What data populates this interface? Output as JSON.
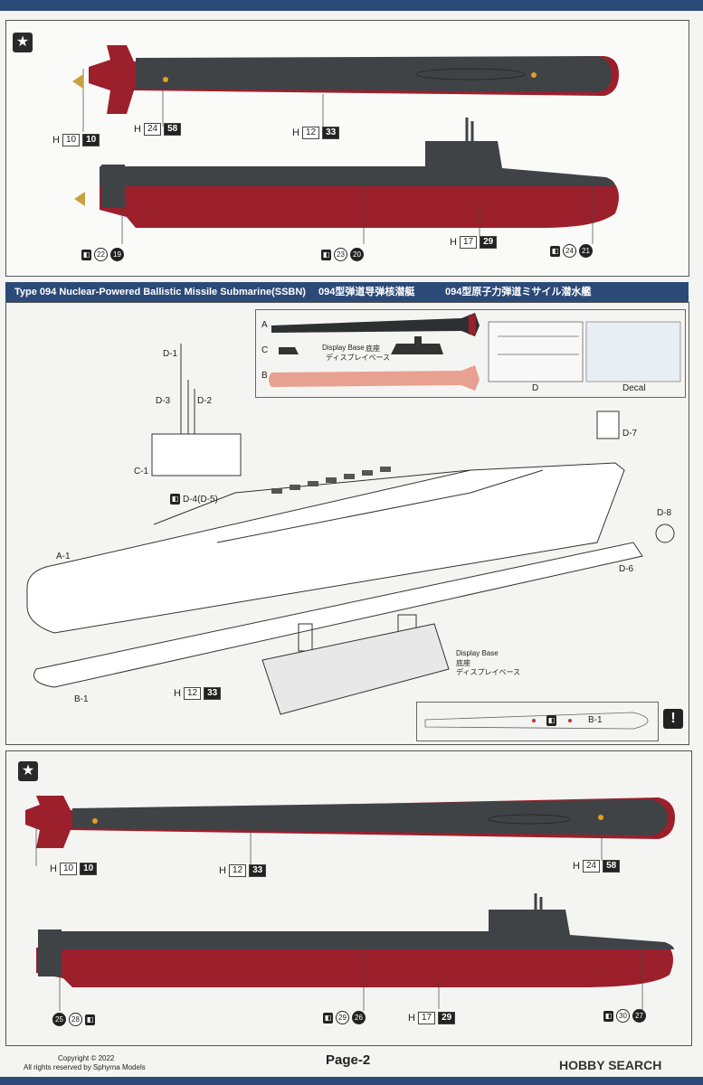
{
  "page_label": "Page-2",
  "copyright": [
    "Copyright © 2022",
    "All rights reserved by Sphyrna Models"
  ],
  "watermark": "HOBBY SEARCH",
  "banner": {
    "english": "Type 094 Nuclear-Powered Ballistic Missile Submarine(SSBN)",
    "chinese": "094型弹道导弹核潜艇",
    "japanese": "094型原子力弾道ミサイル潜水艦"
  },
  "panel1": {
    "refs": [
      {
        "part": "H",
        "light": "10",
        "dark": "10"
      },
      {
        "part": "H",
        "light": "24",
        "dark": "58"
      },
      {
        "part": "H",
        "light": "12",
        "dark": "33"
      },
      {
        "part": "H",
        "light": "17",
        "dark": "29"
      }
    ],
    "decals": [
      {
        "a": "22",
        "b": "19"
      },
      {
        "a": "23",
        "b": "20"
      },
      {
        "a": "24",
        "b": "21"
      }
    ]
  },
  "assembly": {
    "parts_legend": {
      "A": "A",
      "B": "B",
      "C": "C",
      "D": "D",
      "decal": "Decal",
      "display_base": [
        "Display Base",
        "底座",
        "ディスプレイベース"
      ]
    },
    "labels": [
      "D-1",
      "D-3",
      "D-2",
      "C-1",
      "D-4(D-5)",
      "A-1",
      "D-7",
      "D-8",
      "D-6",
      "B-1",
      "B-1"
    ],
    "display_base": [
      "Display Base",
      "底座",
      "ディスプレイベース"
    ],
    "base_ref": {
      "part": "H",
      "light": "12",
      "dark": "33"
    }
  },
  "panel3": {
    "refs": [
      {
        "part": "H",
        "light": "10",
        "dark": "10"
      },
      {
        "part": "H",
        "light": "12",
        "dark": "33"
      },
      {
        "part": "H",
        "light": "24",
        "dark": "58"
      },
      {
        "part": "H",
        "light": "17",
        "dark": "29"
      }
    ],
    "decals": [
      {
        "a": "25",
        "b": "28"
      },
      {
        "a": "29",
        "b": "26"
      },
      {
        "a": "30",
        "b": "27"
      }
    ]
  },
  "colors": {
    "hull_red": "#9c1f2c",
    "hull_dark": "#3f4346",
    "banner": "#2c4a78"
  }
}
